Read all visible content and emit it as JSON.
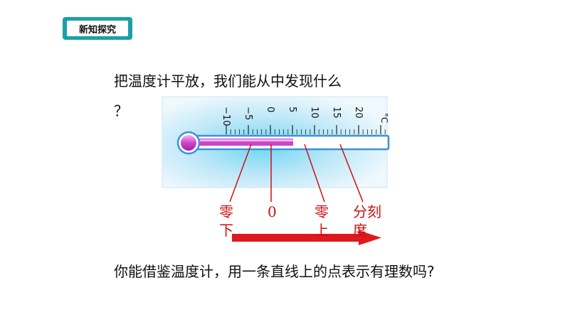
{
  "tag": {
    "label": "新知探究"
  },
  "question1": {
    "line1": "把温度计平放，我们能从中发现什么",
    "line2": "？"
  },
  "thermometer": {
    "scale_labels": [
      "−10",
      "−5",
      "0",
      "5",
      "10",
      "15",
      "20"
    ],
    "unit": "°C"
  },
  "labels": {
    "below_zero_1": "零",
    "below_zero_2": "下",
    "zero": "0",
    "above_zero_1": "零",
    "above_zero_2": "上",
    "division_1": "分刻",
    "division_2": "度"
  },
  "question2": {
    "text": "你能借鉴温度计，用一条直线上的点表示有理数吗?"
  },
  "colors": {
    "accent": "#19a0a8",
    "red": "#cc1111",
    "mercury": "#cc44cc",
    "glass": "#6ec6ee"
  }
}
